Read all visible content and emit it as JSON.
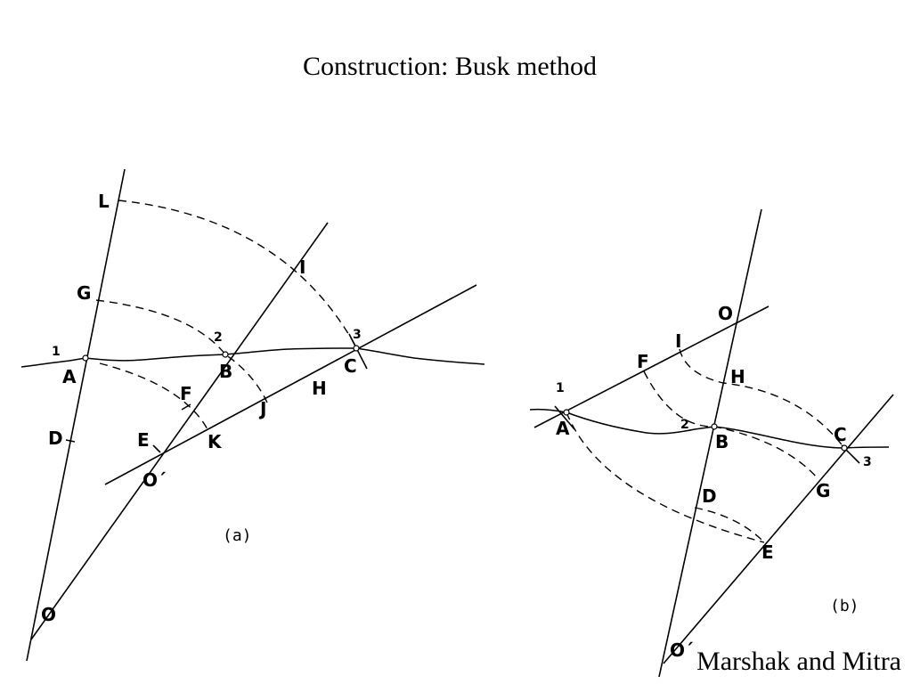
{
  "title": "Construction: Busk method",
  "credit": "Marshak and Mitra",
  "panel_a": {
    "caption": "(a)",
    "labels": {
      "L": "L",
      "G": "G",
      "I": "I",
      "one": "1",
      "A": "A",
      "two": "2",
      "B": "B",
      "three": "3",
      "C": "C",
      "F": "F",
      "J": "J",
      "H": "H",
      "D": "D",
      "E": "E",
      "K": "K",
      "Oprime": "O´",
      "O": "O"
    }
  },
  "panel_b": {
    "caption": "(b)",
    "labels": {
      "O": "O",
      "I": "I",
      "F": "F",
      "H": "H",
      "one": "1",
      "A": "A",
      "two": "2",
      "B": "B",
      "C": "C",
      "three": "3",
      "G": "G",
      "D": "D",
      "E": "E",
      "Oprime": "O´"
    }
  }
}
